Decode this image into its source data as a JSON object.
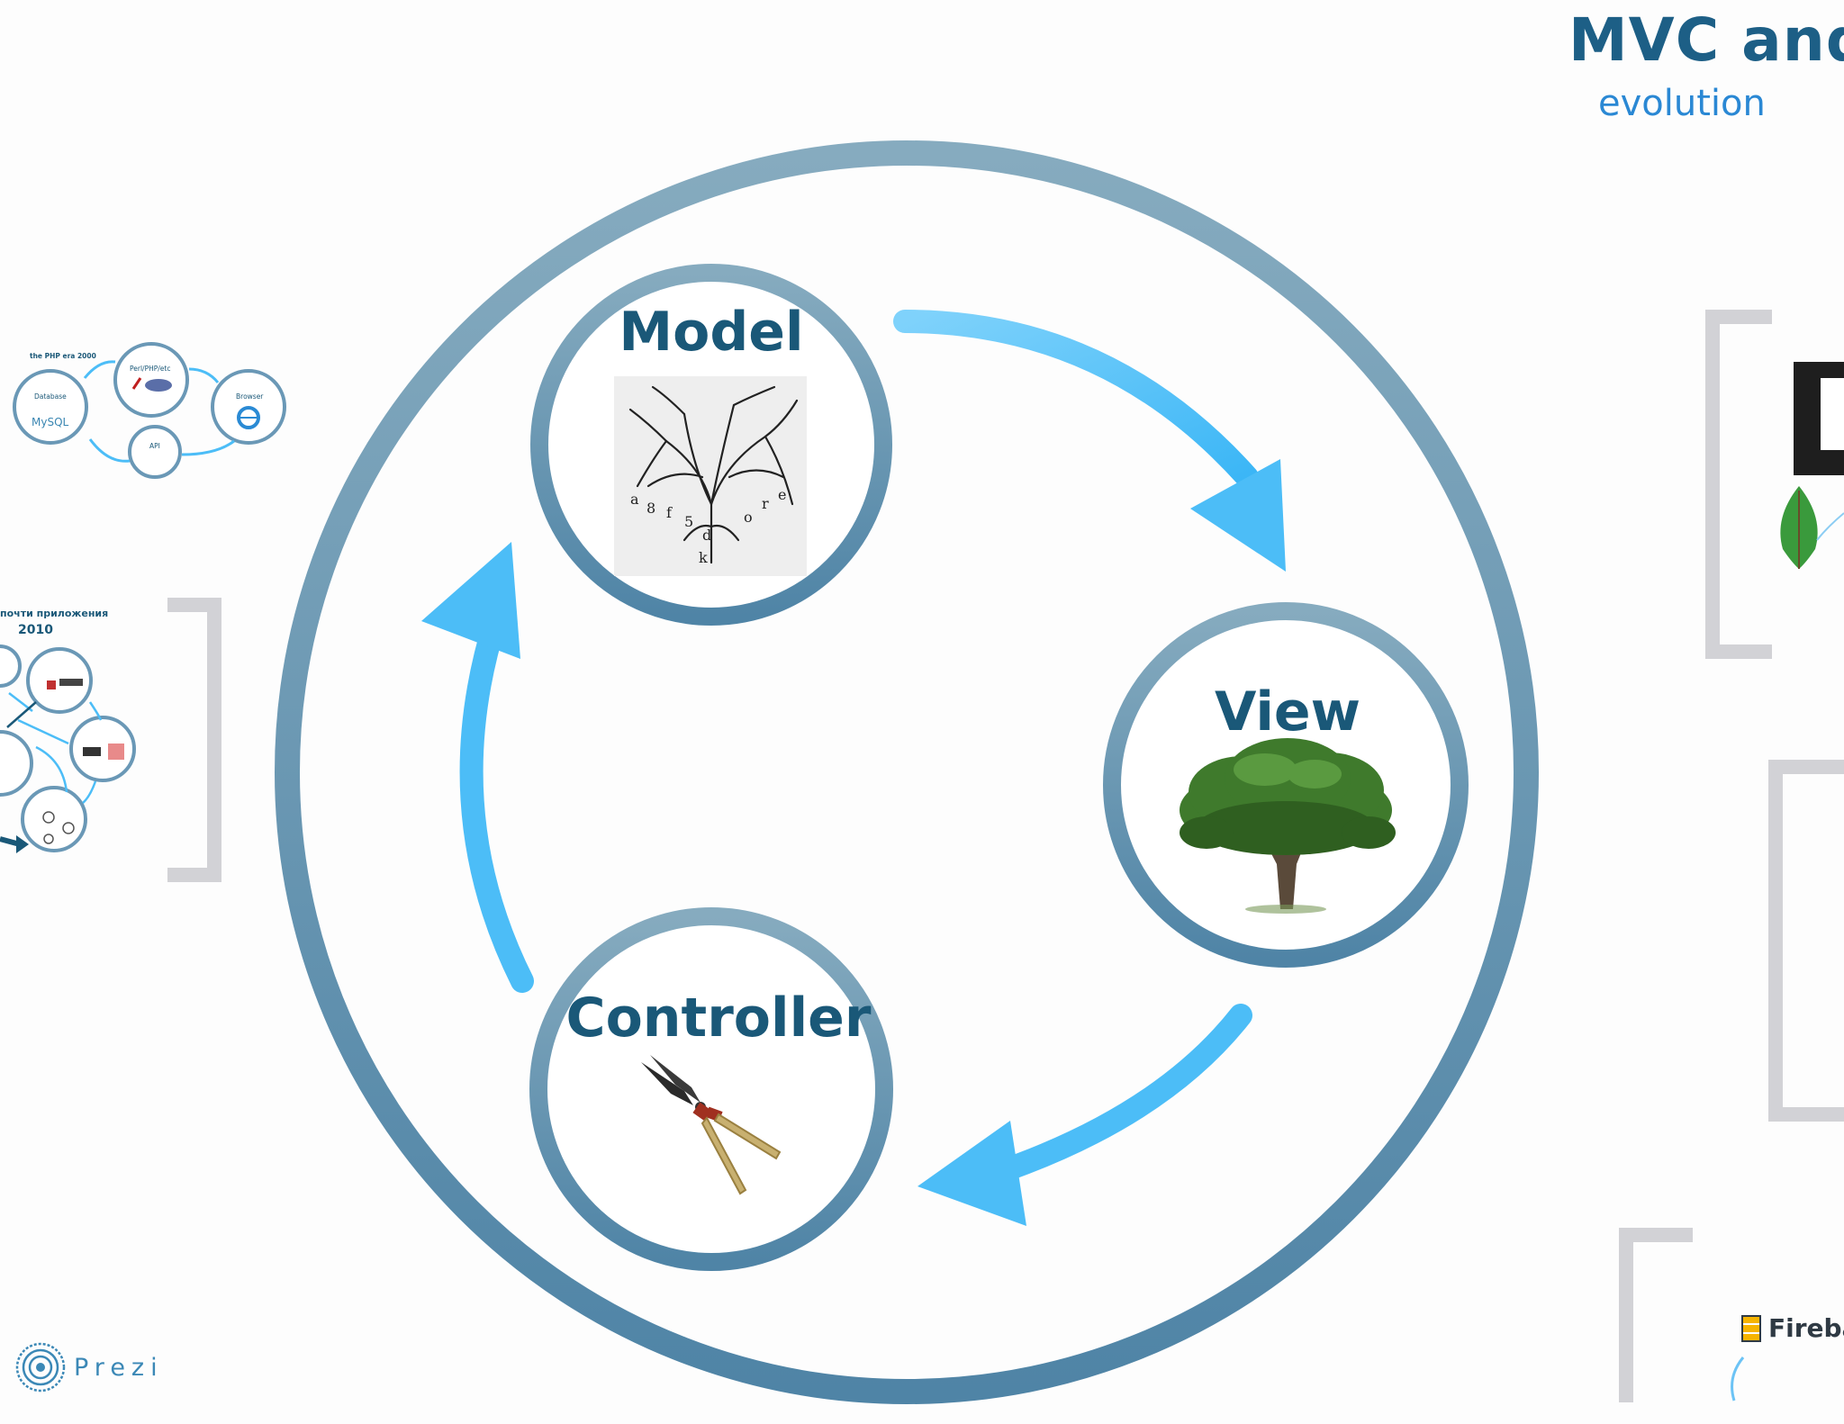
{
  "header": {
    "title": "MVC and t",
    "subtitle": "evolution"
  },
  "cycle": {
    "model_label": "Model",
    "view_label": "View",
    "controller_label": "Controller"
  },
  "thumb_2000": {
    "title": "the PHP era 2000",
    "database_label": "Database",
    "mysql_label": "MySQL",
    "server_label": "Perl/PHP/etc",
    "browser_label": "Browser",
    "api_label": "API"
  },
  "thumb_2010": {
    "title": "почти приложения",
    "year": "2010"
  },
  "branding": {
    "prezi_label": "Prezi",
    "firebase_label": "Fireba"
  },
  "colors": {
    "ring": "#5f8faf",
    "arrow": "#4cbdf7",
    "label": "#1a5878",
    "title": "#1d5f86",
    "subtitle": "#2a88d4"
  },
  "icons": {
    "model": "tree-sketch-image",
    "view": "tree-image",
    "controller": "pruning-shears-image",
    "prezi": "prezi-logo-icon",
    "firebase": "firebase-logo-icon",
    "mongodb": "mongodb-leaf-icon"
  }
}
